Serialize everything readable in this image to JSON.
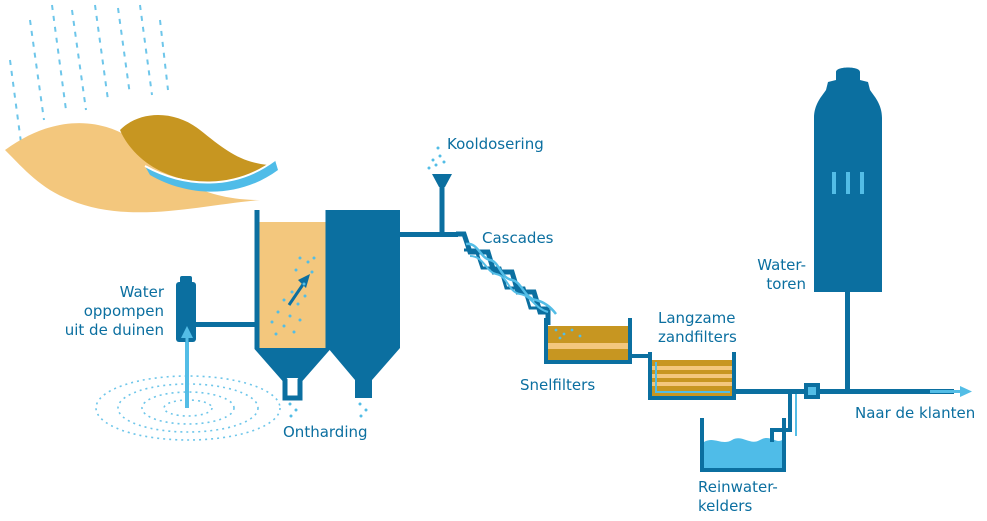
{
  "labels": {
    "water_pump": [
      "Water",
      "oppompen",
      "uit de duinen"
    ],
    "softening": "Ontharding",
    "carbon_dosing": "Kooldosering",
    "cascades": "Cascades",
    "rapid_filters": "Snelfilters",
    "slow_sand_filters": [
      "Langzame",
      "zandfilters"
    ],
    "clean_water_cellars": [
      "Reinwater-",
      "kelders"
    ],
    "water_tower": [
      "Water-",
      "toren"
    ],
    "to_customers": "Naar de klanten"
  },
  "colors": {
    "pipe_blue": "#0b6fa0",
    "light_blue": "#53bde6",
    "sand_light": "#f3c77d",
    "sand_dark": "#c79621",
    "water_fill": "#4fbce8",
    "drop_blue": "#6ec6ea"
  }
}
